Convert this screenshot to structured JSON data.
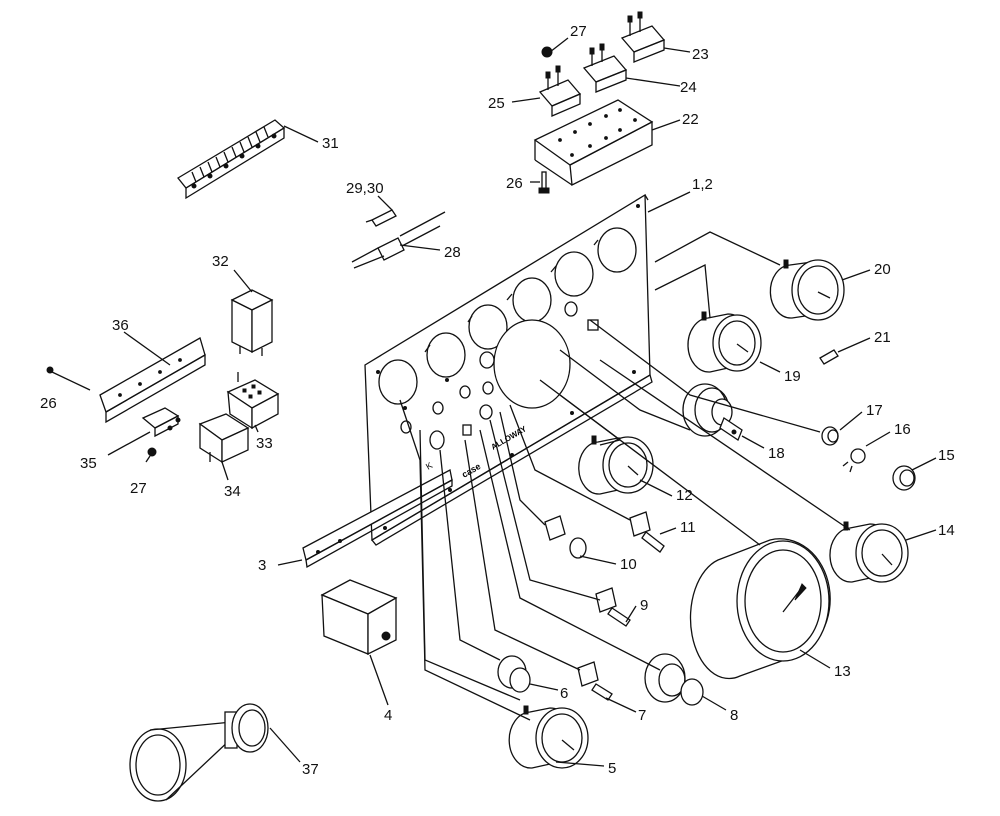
{
  "callouts": [
    {
      "id": "c1",
      "text": "1,2"
    },
    {
      "id": "c3",
      "text": "3"
    },
    {
      "id": "c4",
      "text": "4"
    },
    {
      "id": "c5",
      "text": "5"
    },
    {
      "id": "c6",
      "text": "6"
    },
    {
      "id": "c7",
      "text": "7"
    },
    {
      "id": "c8",
      "text": "8"
    },
    {
      "id": "c9",
      "text": "9"
    },
    {
      "id": "c10",
      "text": "10"
    },
    {
      "id": "c11",
      "text": "11"
    },
    {
      "id": "c12",
      "text": "12"
    },
    {
      "id": "c13",
      "text": "13"
    },
    {
      "id": "c14",
      "text": "14"
    },
    {
      "id": "c15",
      "text": "15"
    },
    {
      "id": "c16",
      "text": "16"
    },
    {
      "id": "c17",
      "text": "17"
    },
    {
      "id": "c18",
      "text": "18"
    },
    {
      "id": "c19",
      "text": "19"
    },
    {
      "id": "c20",
      "text": "20"
    },
    {
      "id": "c21",
      "text": "21"
    },
    {
      "id": "c22",
      "text": "22"
    },
    {
      "id": "c23",
      "text": "23"
    },
    {
      "id": "c24",
      "text": "24"
    },
    {
      "id": "c25",
      "text": "25"
    },
    {
      "id": "c26a",
      "text": "26"
    },
    {
      "id": "c26b",
      "text": "26"
    },
    {
      "id": "c27a",
      "text": "27"
    },
    {
      "id": "c27b",
      "text": "27"
    },
    {
      "id": "c28",
      "text": "28"
    },
    {
      "id": "c2930",
      "text": "29,30"
    },
    {
      "id": "c31",
      "text": "31"
    },
    {
      "id": "c32",
      "text": "32"
    },
    {
      "id": "c33",
      "text": "33"
    },
    {
      "id": "c34",
      "text": "34"
    },
    {
      "id": "c35",
      "text": "35"
    },
    {
      "id": "c36",
      "text": "36"
    },
    {
      "id": "c37",
      "text": "37"
    }
  ]
}
